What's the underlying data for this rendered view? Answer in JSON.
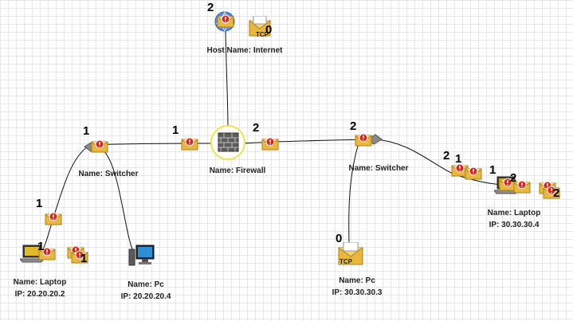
{
  "nodes": {
    "internet": {
      "name": "Host Name: Internet"
    },
    "firewall": {
      "name": "Name: Firewall"
    },
    "switch_left": {
      "name": "Name: Switcher"
    },
    "switch_right": {
      "name": "Name: Switcher"
    },
    "laptop_left": {
      "name": "Name: Laptop",
      "ip": "IP: 20.20.20.2"
    },
    "pc_left": {
      "name": "Name: Pc",
      "ip": "IP: 20.20.20.4"
    },
    "pc_right": {
      "name": "Name: Pc",
      "ip": "IP: 30.30.30.3"
    },
    "laptop_right": {
      "name": "Name: Laptop",
      "ip": "IP: 30.30.30.4"
    }
  },
  "counters": {
    "internet_alert": "2",
    "internet_tcp": "0",
    "sw_left_alert": "1",
    "fw_left_alert": "1",
    "fw_right_alert": "2",
    "sw_right_alert": "2",
    "link_right_a": "2",
    "link_right_b": "1",
    "laptop_right_a": "1",
    "laptop_right_b": "2",
    "laptop_right_c": "2",
    "link_left": "1",
    "laptop_left_a": "1",
    "laptop_left_b": "1",
    "pc_right_tcp": "0"
  },
  "labels": {
    "tcp": "TCP"
  },
  "colors": {
    "link": "#111111",
    "envelope": "#e9b73b",
    "alert": "#d9261c",
    "firewall_ring": "#f3e24a"
  }
}
